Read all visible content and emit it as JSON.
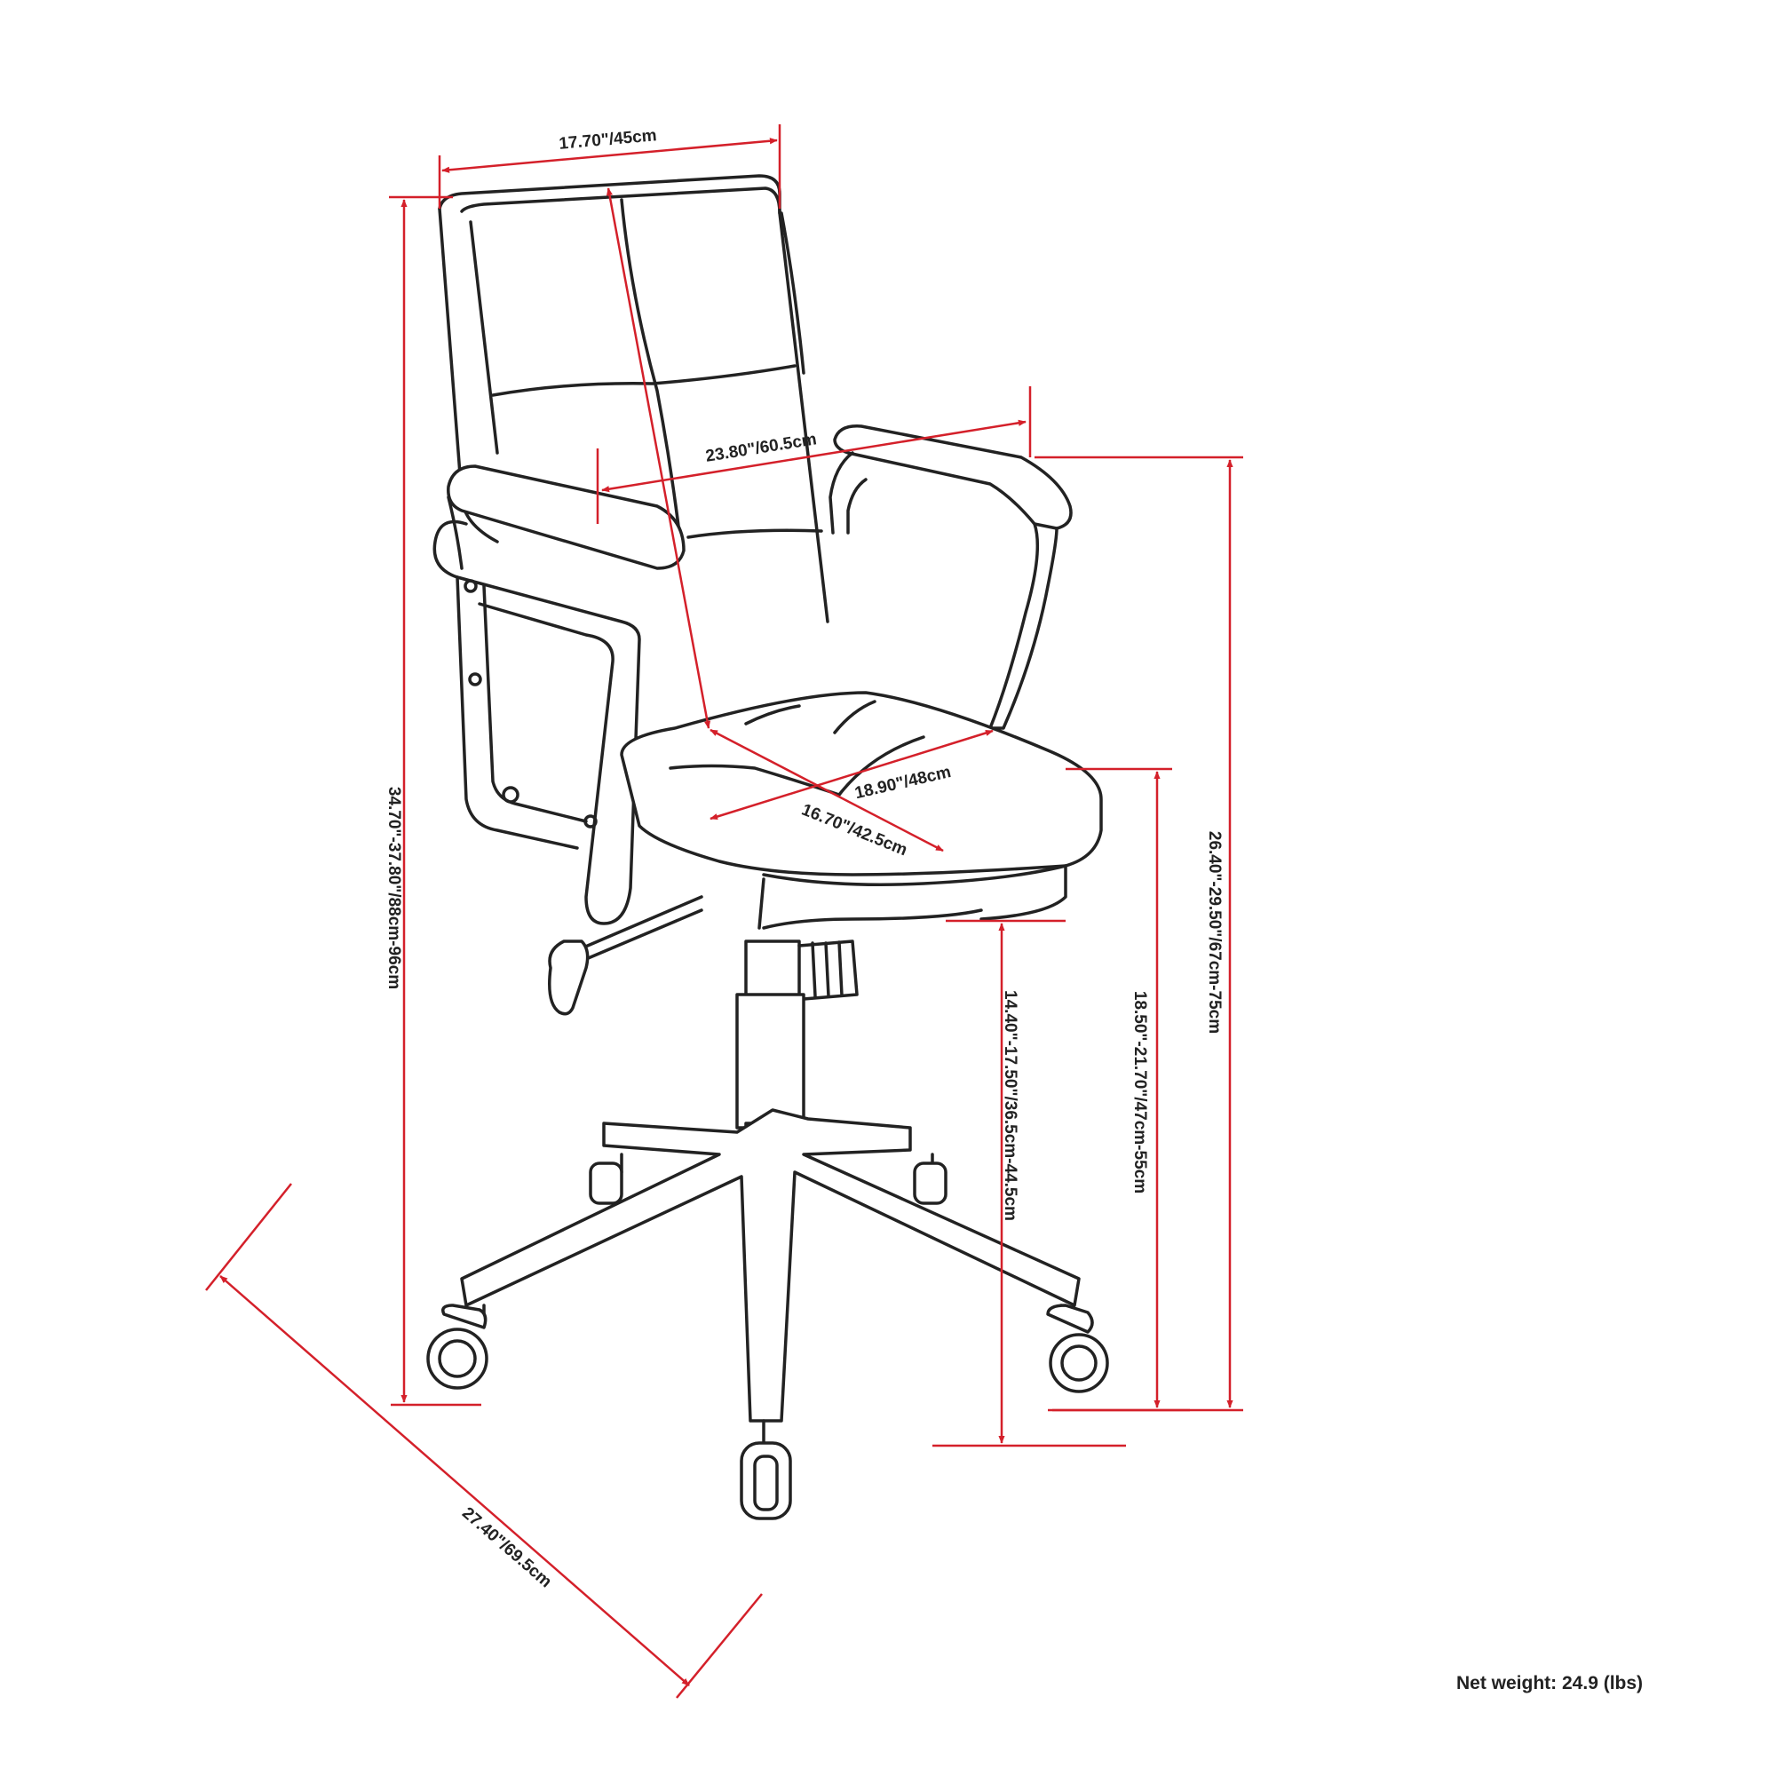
{
  "colors": {
    "dimension_line": "#d4202a",
    "outline": "#222222",
    "background": "#ffffff"
  },
  "dimensions": {
    "back_width": "17.70\"/45cm",
    "arm_width": "23.80\"/60.5cm",
    "seat_width": "18.90\"/48cm",
    "seat_depth": "16.70\"/42.5cm",
    "overall_height": "34.70\"-37.80\"/88cm-96cm",
    "arm_height": "26.40\"-29.50\"/67cm-75cm",
    "seat_height": "18.50\"-21.70\"/47cm-55cm",
    "under_seat_height": "14.40\"-17.50\"/36.5cm-44.5cm",
    "base_diameter": "27.40\"/69.5cm"
  },
  "net_weight": "Net weight: 24.9 (lbs)"
}
